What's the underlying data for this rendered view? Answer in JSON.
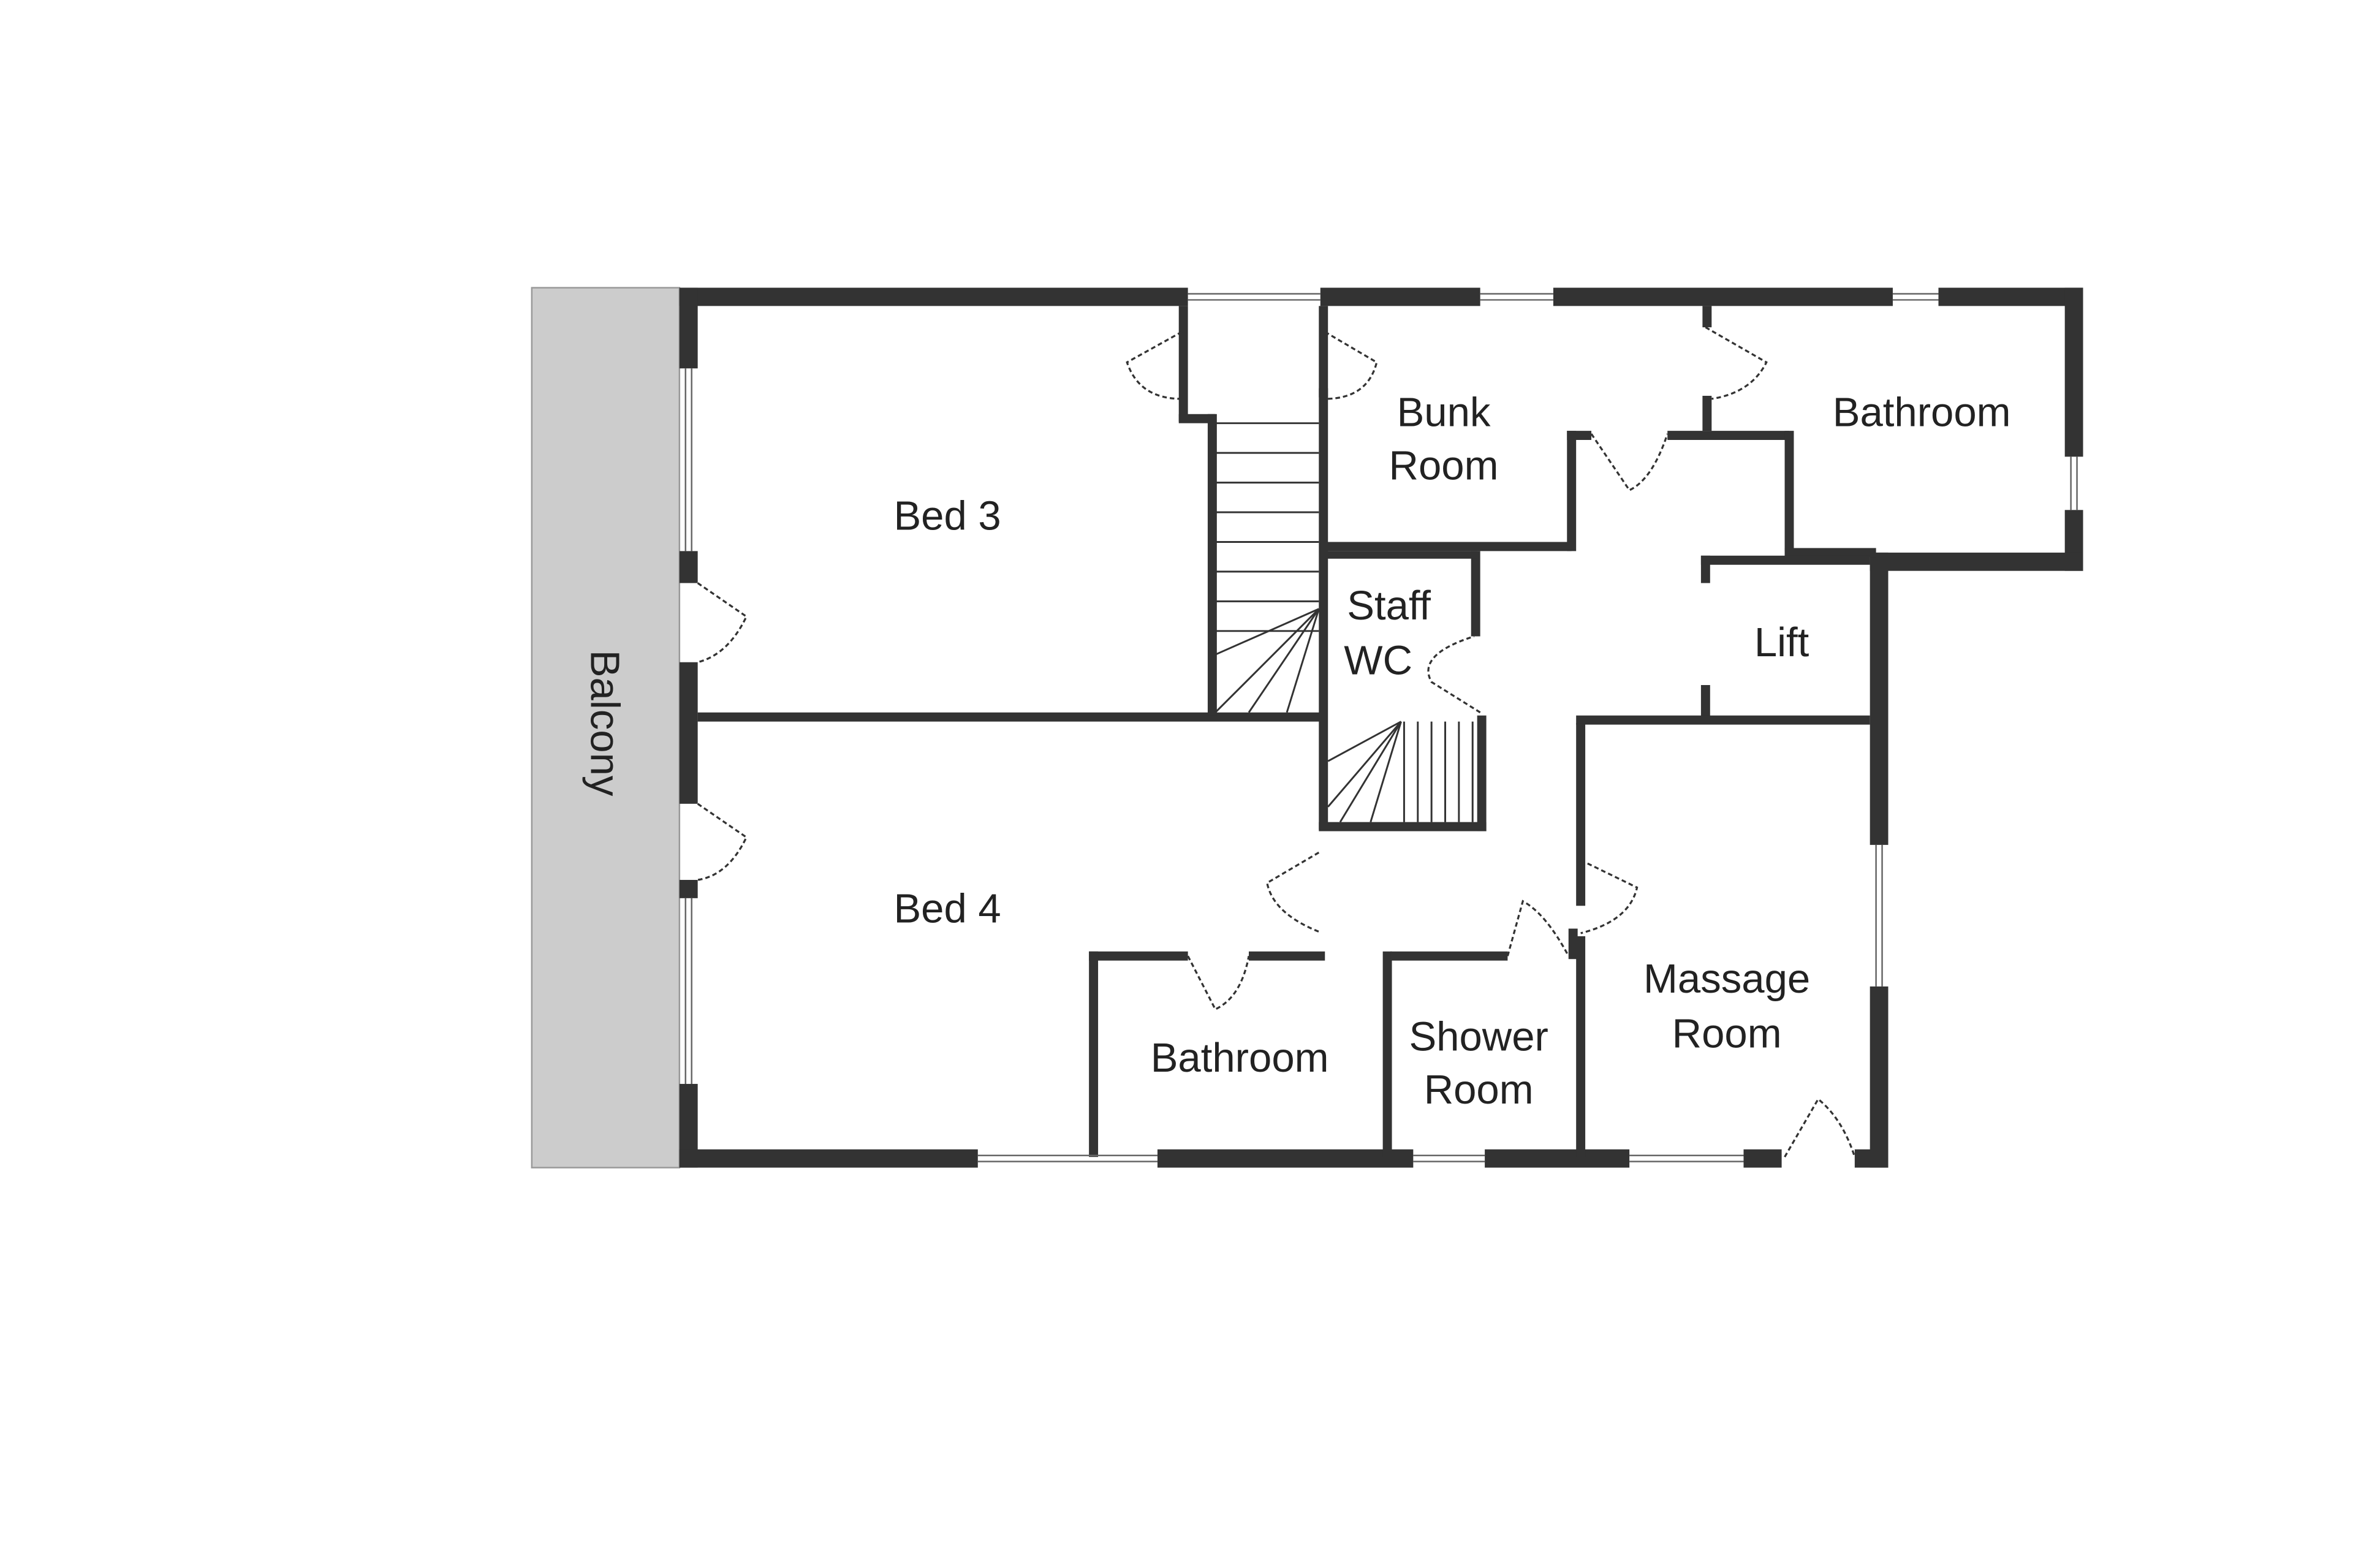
{
  "colors": {
    "wall": "#333333",
    "balcony": "#cccccc",
    "background": "#ffffff"
  },
  "rooms": {
    "bed3": "Bed 3",
    "bed4": "Bed 4",
    "bunk_line1": "Bunk",
    "bunk_line2": "Room",
    "bathroom_upper": "Bathroom",
    "staff_line1": "Staff",
    "staff_line2": "WC",
    "lift": "Lift",
    "massage_line1": "Massage",
    "massage_line2": "Room",
    "shower_line1": "Shower",
    "shower_line2": "Room",
    "bathroom_lower": "Bathroom",
    "balcony": "Balcony"
  }
}
